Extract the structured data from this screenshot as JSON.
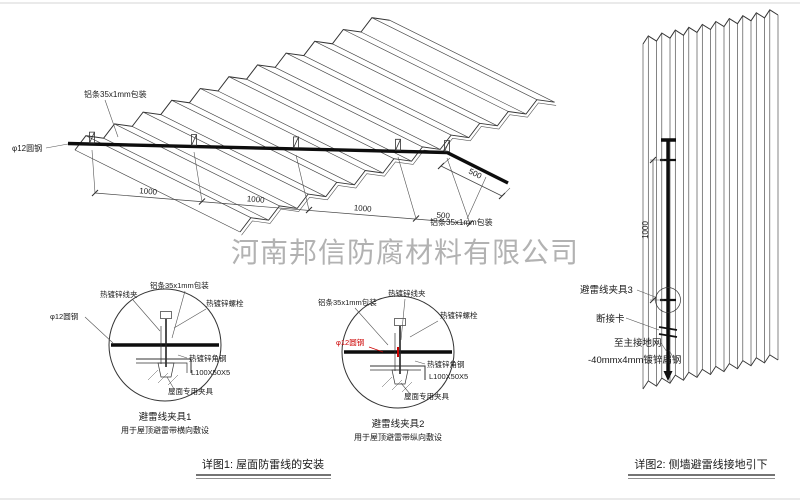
{
  "watermark": "河南邦信防腐材料有限公司",
  "colors": {
    "line": "#333333",
    "wire": "#0d0d0d",
    "red": "#cc0000",
    "watermark": "#a8a8a8"
  },
  "detail1": {
    "caption": "详图1: 屋面防雷线的安装",
    "label_strip_left": "铝条35x1mm包装",
    "label_strip_right": "铝条35x1mm包装",
    "label_round_steel": "φ12圆钢",
    "dims": [
      "1000",
      "1000",
      "1000",
      "500",
      "500"
    ]
  },
  "clamp1": {
    "title": "避雷线夹具1",
    "subtitle": "用于屋顶避雷带横向敷设",
    "labels": {
      "wire_clip": "热镀锌线夹",
      "strip": "铝条35x1mm包装",
      "bolt": "热镀锌螺栓",
      "round_steel": "φ12圆钢",
      "angle_steel": "热镀锌角钢",
      "angle_spec": "L100X50X5",
      "roof_clamp": "屋面专用夹具"
    }
  },
  "clamp2": {
    "title": "避雷线夹具2",
    "subtitle": "用于屋顶避雷带纵向敷设",
    "labels": {
      "wire_clip": "热镀锌线夹",
      "strip": "铝条35x1mm包装",
      "bolt": "热镀锌螺栓",
      "round_steel": "φ12圆钢",
      "angle_steel": "热镀锌角钢",
      "angle_spec": "L100X50X5",
      "roof_clamp": "屋面专用夹具"
    }
  },
  "detail2": {
    "caption": "详图2: 侧墙避雷线接地引下",
    "dim": "1000",
    "labels": {
      "clamp3": "避雷线夹具3",
      "disconnect": "断接卡",
      "to_ground": "至主接地网",
      "flat_steel": "-40mmx4mm镀锌扁钢"
    }
  }
}
